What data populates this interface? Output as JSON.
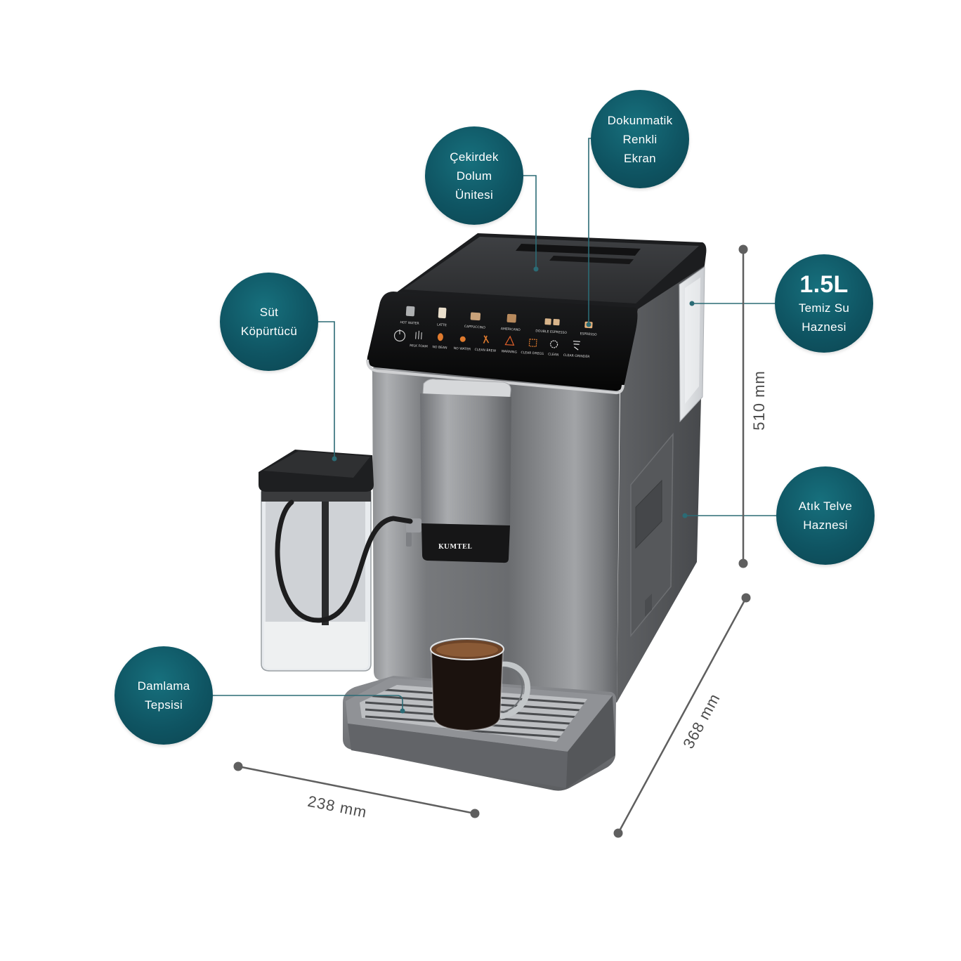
{
  "callouts": {
    "bean_hopper": {
      "lines": [
        "Çekirdek",
        "Dolum",
        "Ünitesi"
      ]
    },
    "touch_screen": {
      "lines": [
        "Dokunmatik",
        "Renkli",
        "Ekran"
      ]
    },
    "milk_frother": {
      "lines": [
        "Süt",
        "Köpürtücü"
      ]
    },
    "water_tank": {
      "capacity": "1.5L",
      "lines": [
        "Temiz Su",
        "Haznesi"
      ]
    },
    "grounds_container": {
      "lines": [
        "Atık Telve",
        "Haznesi"
      ]
    },
    "drip_tray": {
      "lines": [
        "Damlama",
        "Tepsisi"
      ]
    }
  },
  "dimensions": {
    "height": "510 mm",
    "depth": "368 mm",
    "width": "238 mm"
  },
  "machine": {
    "brand": "KUMTEL",
    "panel_top": [
      "HOT WATER",
      "LATTE",
      "CAPPUCCINO",
      "AMERICANO",
      "DOUBLE ESPRESSO",
      "ESPRESSO"
    ],
    "panel_bottom": [
      "MILK FOAM",
      "NO BEAN",
      "NO WATER",
      "CLEAN BREW",
      "WARNING",
      "CLEAR DREGS",
      "CLEAN",
      "CLEAR GRINDER"
    ]
  },
  "colors": {
    "callout": "#0f5563",
    "callout_dark": "#0b4450",
    "leader_line": "#2b6b75",
    "dimension_line": "#5f5f5f"
  }
}
